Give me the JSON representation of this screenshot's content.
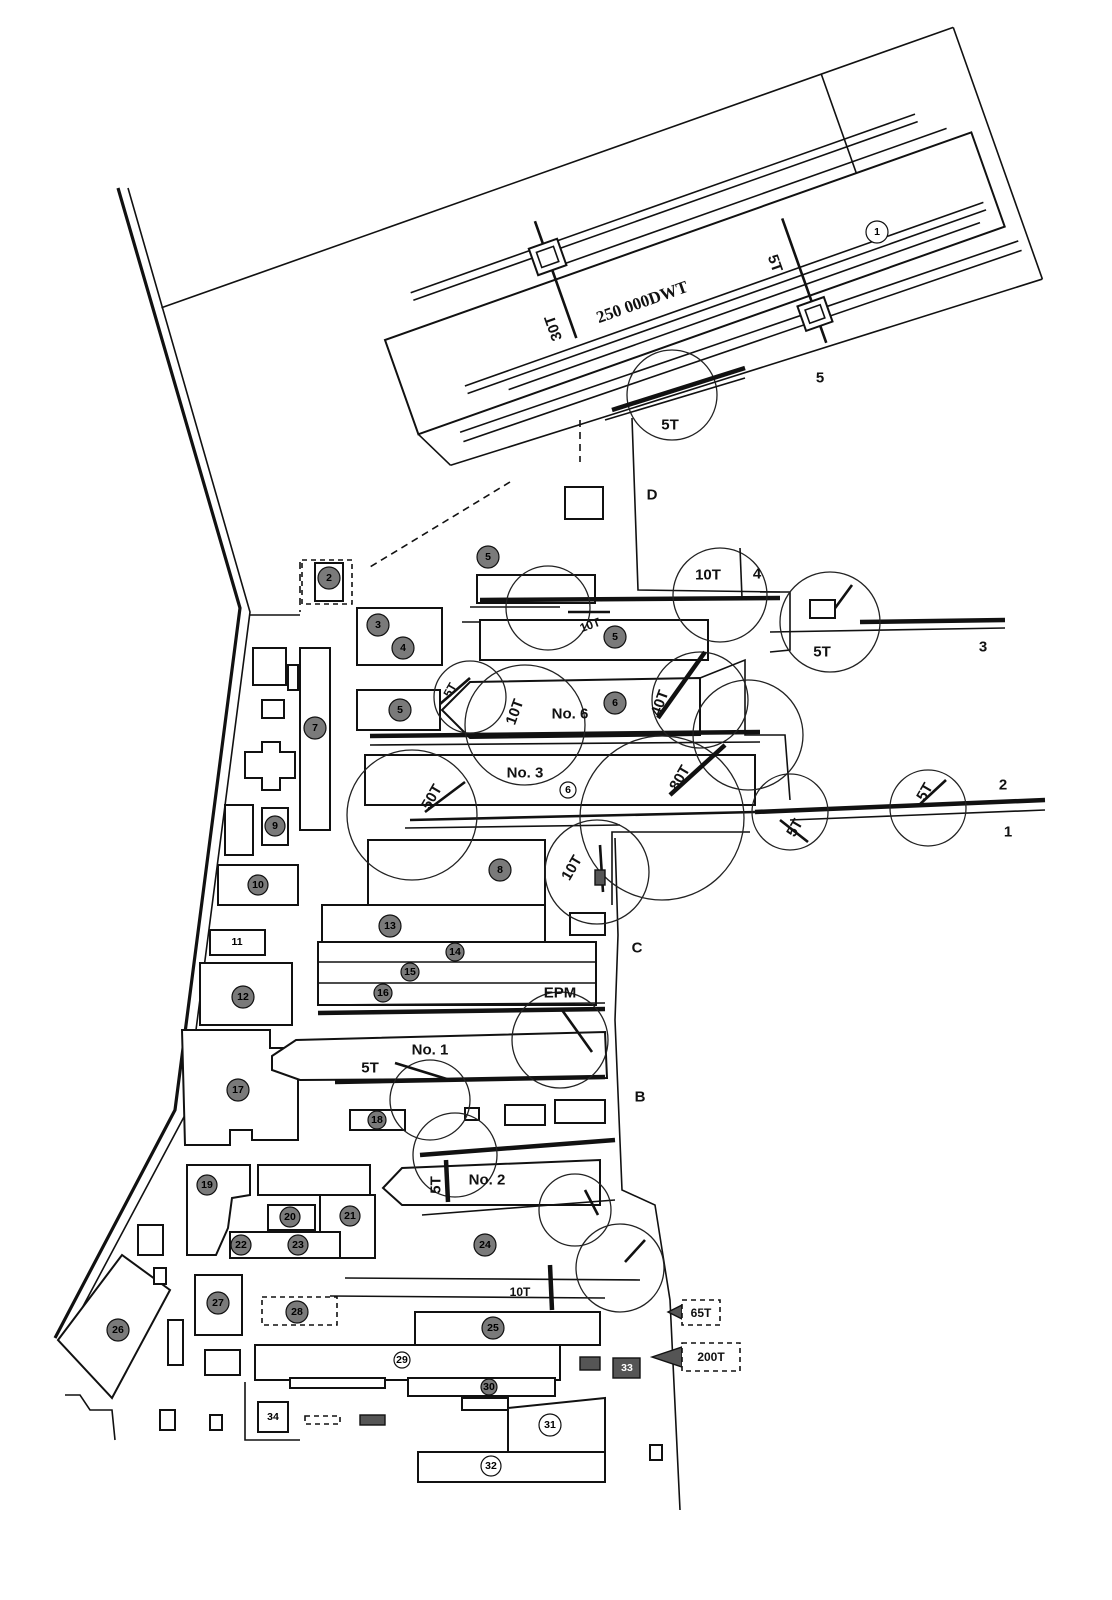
{
  "dock": {
    "capacity": "250 000DWT",
    "number": "1",
    "crane_main": "30T",
    "crane_east": "5T",
    "crane_corner": "5T",
    "berth": "5"
  },
  "quay_points": {
    "d": "D",
    "c": "C",
    "b": "B"
  },
  "berths": {
    "b1": "1",
    "b2": "2",
    "b3": "3",
    "b4": "4"
  },
  "slipways": {
    "no6": "No. 6",
    "no3": "No. 3",
    "no1": "No. 1",
    "no2": "No. 2"
  },
  "cranes": [
    "10T",
    "5T",
    "10T",
    "5T",
    "10T",
    "40T",
    "50T",
    "80T",
    "5T",
    "5T",
    "10T",
    "5T",
    "5T",
    "10T",
    "65T",
    "200T"
  ],
  "equipment": {
    "epm": "EPM"
  },
  "facilities": [
    "2",
    "3",
    "4",
    "5",
    "5",
    "5",
    "6",
    "7",
    "6",
    "8",
    "9",
    "10",
    "11",
    "12",
    "13",
    "14",
    "15",
    "16",
    "17",
    "18",
    "19",
    "20",
    "21",
    "22",
    "23",
    "24",
    "25",
    "26",
    "27",
    "28",
    "29",
    "30",
    "31",
    "32",
    "33",
    "34"
  ]
}
